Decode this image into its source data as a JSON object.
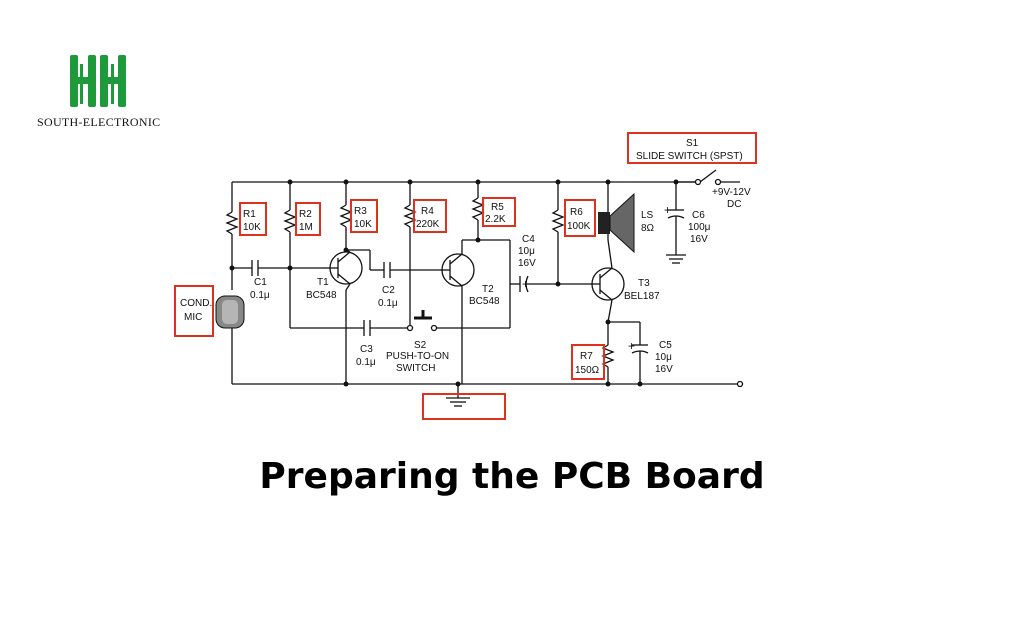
{
  "brand": {
    "name": "SOUTH-ELECTRONIC",
    "logo_color": "#1e9a3a"
  },
  "headline": "Preparing the PCB Board",
  "highlight_color": "#e0301e",
  "components": {
    "r1": {
      "ref": "R1",
      "value": "10K"
    },
    "r2": {
      "ref": "R2",
      "value": "1M"
    },
    "r3": {
      "ref": "R3",
      "value": "10K"
    },
    "r4": {
      "ref": "R4",
      "value": "220K"
    },
    "r5": {
      "ref": "R5",
      "value": "2.2K"
    },
    "r6": {
      "ref": "R6",
      "value": "100K"
    },
    "r7": {
      "ref": "R7",
      "value": "150Ω"
    },
    "c1": {
      "ref": "C1",
      "value": "0.1μ"
    },
    "c2": {
      "ref": "C2",
      "value": "0.1μ"
    },
    "c3": {
      "ref": "C3",
      "value": "0.1μ"
    },
    "c4": {
      "ref": "C4",
      "value1": "10μ",
      "value2": "16V"
    },
    "c5": {
      "ref": "C5",
      "value1": "10μ",
      "value2": "16V"
    },
    "c6": {
      "ref": "C6",
      "value1": "100μ",
      "value2": "16V"
    },
    "t1": {
      "ref": "T1",
      "value": "BC548"
    },
    "t2": {
      "ref": "T2",
      "value": "BC548"
    },
    "t3": {
      "ref": "T3",
      "value": "BEL187"
    },
    "ls": {
      "ref": "LS",
      "value": "8Ω"
    },
    "s1": {
      "ref": "S1",
      "value": "SLIDE SWITCH (SPST)"
    },
    "s2": {
      "ref": "S2",
      "value1": "PUSH-TO-ON",
      "value2": "SWITCH"
    },
    "mic": {
      "line1": "COND.",
      "line2": "MIC"
    },
    "supply": {
      "line1": "+9V-12V",
      "line2": "DC"
    }
  }
}
